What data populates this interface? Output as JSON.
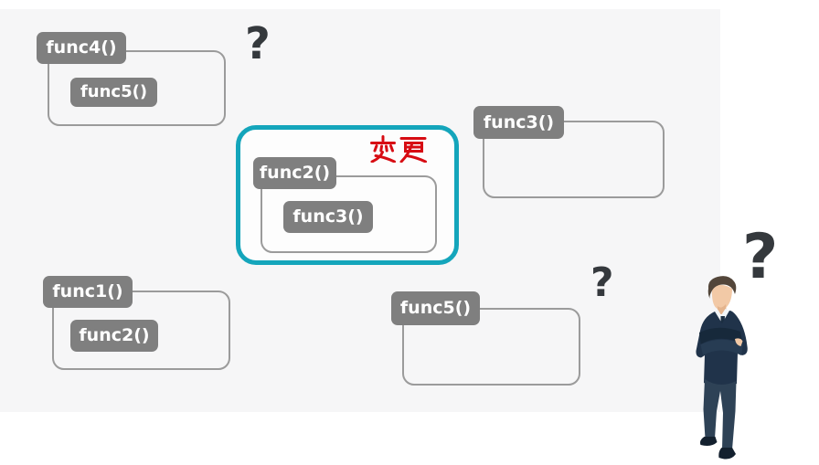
{
  "colors": {
    "page_bg": "#ffffff",
    "panel_bg": "#f6f6f7",
    "tag_bg": "#7f7f7f",
    "tag_text": "#ffffff",
    "box_border": "#9b9b9b",
    "highlight_border": "#14a5bb",
    "highlight_fill": "#fdfdfd",
    "annotation_red": "#d70c13",
    "question_mark": "#35393d",
    "person_suit": "#20334a"
  },
  "groups": {
    "top_left": {
      "outer_tag": "func4()",
      "inner_tag": "func5()"
    },
    "center": {
      "outer_tag": "func2()",
      "inner_tag": "func3()",
      "annotation": "変更"
    },
    "top_right": {
      "outer_tag": "func3()"
    },
    "bottom_left": {
      "outer_tag": "func1()",
      "inner_tag": "func2()"
    },
    "bottom_center": {
      "outer_tag": "func5()"
    }
  },
  "question_marks": {
    "top_left": "?",
    "bottom_center": "?",
    "person": "?"
  }
}
